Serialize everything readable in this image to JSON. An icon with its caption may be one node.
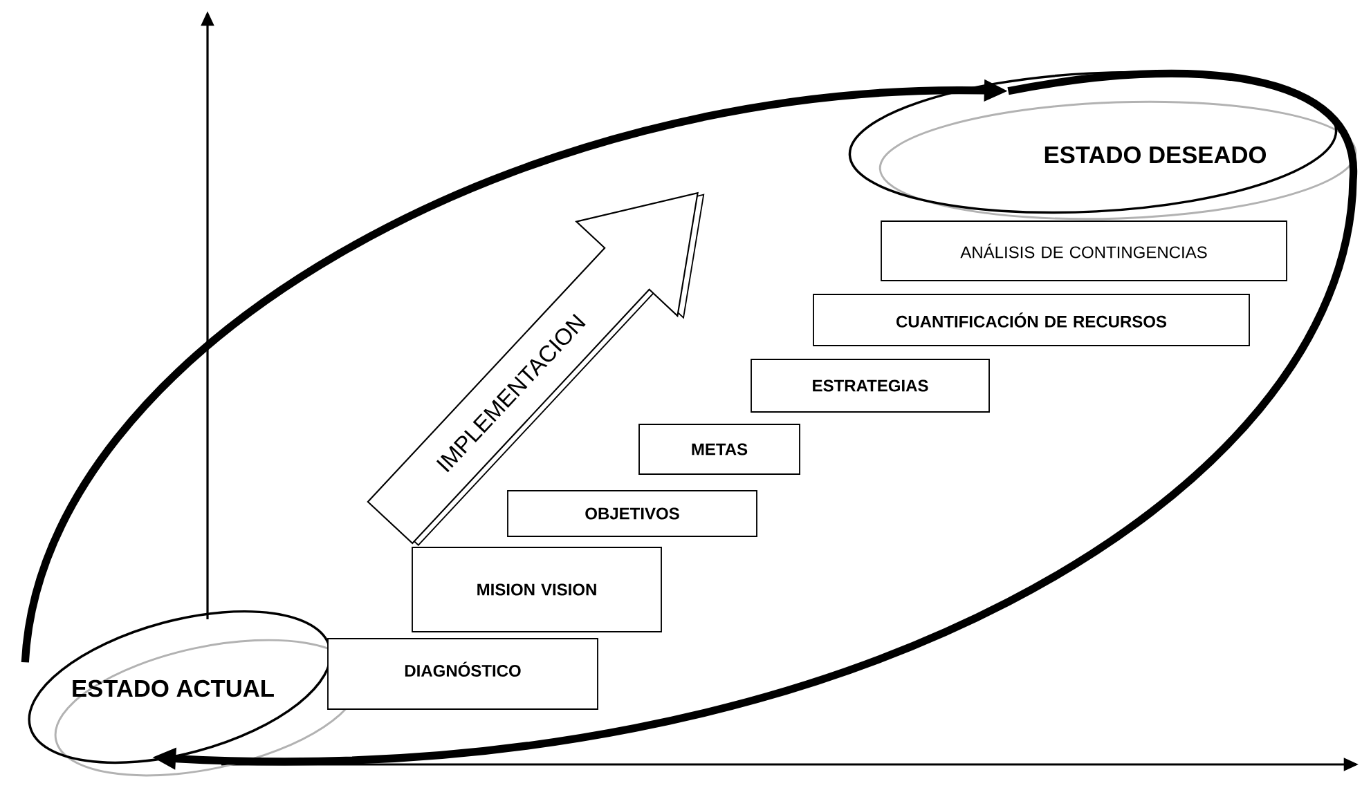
{
  "diagram": {
    "nodes": [
      {
        "text": [
          "ESTADO ACTUAL"
        ]
      },
      {
        "text": [
          "DIAGNÓSTICO"
        ]
      },
      {
        "text": [
          "MISION VISION"
        ]
      },
      {
        "text": [
          "OBJETIVOS"
        ]
      },
      {
        "text": [
          "METAS"
        ]
      },
      {
        "text": [
          "ESTRATEGIAS"
        ]
      },
      {
        "text": [
          "CUANTIFICACIÓN DE RECURSOS"
        ]
      },
      {
        "text": [
          "ANÁLISIS DE CONTINGENCIAS"
        ]
      },
      {
        "text": [
          "ESTADO DESEADO"
        ]
      },
      {
        "text": [
          "IMPLEMENTACION"
        ]
      }
    ],
    "edges": [
      {
        "from": 0,
        "to": 8,
        "arrow": "to"
      },
      {
        "from": 8,
        "to": 0,
        "arrow": "to"
      }
    ]
  }
}
